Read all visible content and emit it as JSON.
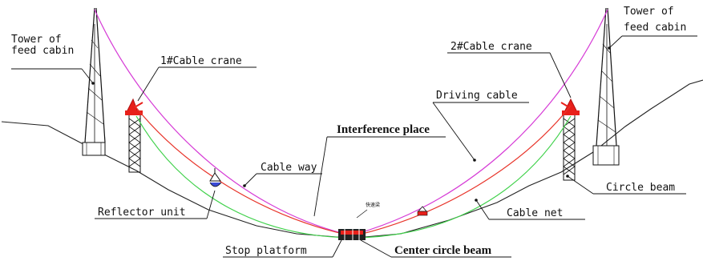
{
  "diagram": {
    "labels": {
      "tower_left": [
        "Tower of",
        "feed cabin"
      ],
      "tower_right": [
        "Tower of",
        "feed cabin"
      ],
      "crane_1": "1#Cable crane",
      "crane_2": "2#Cable crane",
      "driving_cable": "Driving cable",
      "interference_place": "Interference place",
      "cable_way": "Cable way",
      "reflector_unit": "Reflector unit",
      "circle_beam": "Circle beam",
      "cable_net": "Cable net",
      "stop_platform": "Stop platform",
      "center_circle_beam": "Center circle beam",
      "small_center_note": "快速梁"
    },
    "colors": {
      "driving_cable": "#d63bd6",
      "cable_way": "#e8342a",
      "cable_net": "#3fd14a",
      "crane": "#e8201a",
      "ground": "#222222",
      "leader": "#111111"
    }
  }
}
